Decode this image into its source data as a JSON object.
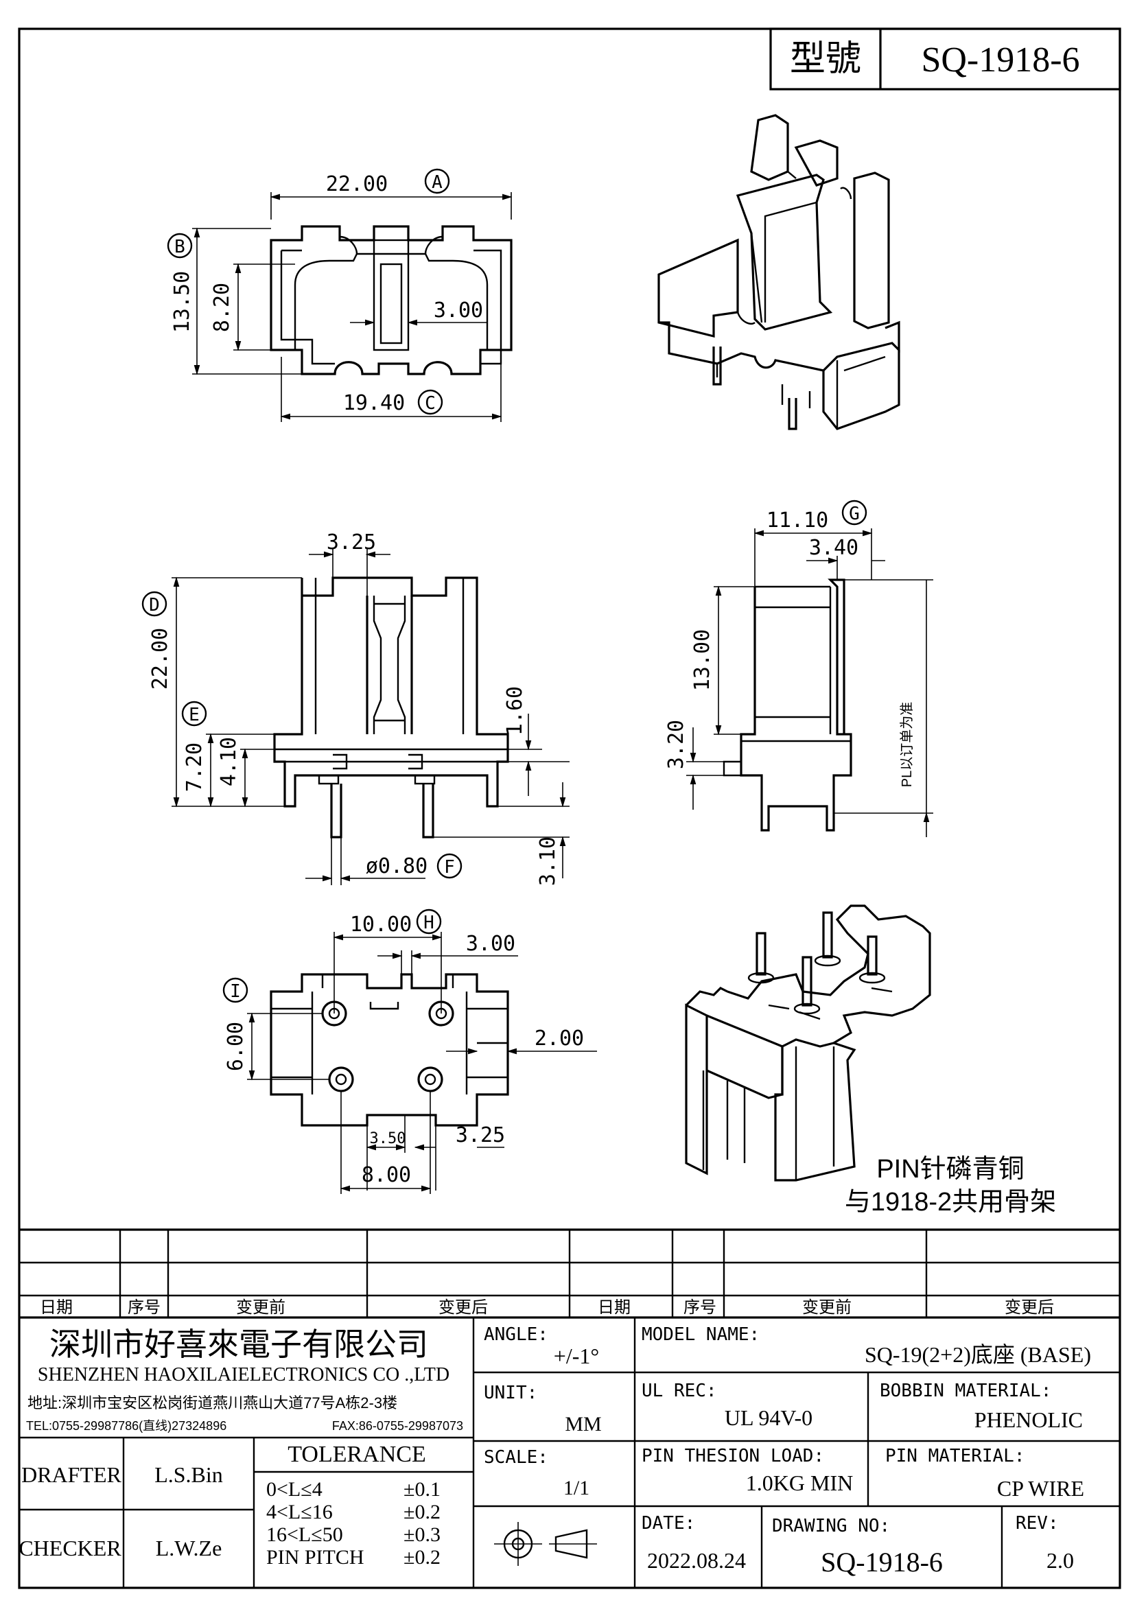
{
  "header": {
    "model_label": "型號",
    "model_value": "SQ-1918-6"
  },
  "dimensions": {
    "top_view": {
      "width_a": "22.00",
      "marker_a": "A",
      "height_b": "13.50",
      "marker_b": "B",
      "inner_height": "8.20",
      "slot_width": "3.00",
      "width_c": "19.40",
      "marker_c": "C"
    },
    "front_view": {
      "top_slot": "3.25",
      "height_d": "22.00",
      "marker_d": "D",
      "height_e": "7.20",
      "marker_e": "E",
      "base_height": "4.10",
      "step": "1.60",
      "pin_length": "3.10",
      "pin_dia": "ø0.80",
      "marker_f": "F"
    },
    "side_view": {
      "depth_g": "11.10",
      "marker_g": "G",
      "flange": "3.40",
      "window": "13.00",
      "base": "3.20",
      "pl_note": "PL以订单为准"
    },
    "bottom_view": {
      "pitch_h": "10.00",
      "marker_h": "H",
      "marker_i": "I",
      "notch": "3.00",
      "row_pitch": "6.00",
      "edge": "2.00",
      "small": "3.50",
      "tab": "3.25",
      "pitch_8": "8.00"
    }
  },
  "notes": {
    "line1": "PIN针磷青铜",
    "line2": "与1918-2共用骨架"
  },
  "revision_table": {
    "headers": [
      "日期",
      "序号",
      "变更前",
      "变更后",
      "日期",
      "序号",
      "变更前",
      "变更后"
    ]
  },
  "title_block": {
    "company_cn": "深圳市好喜來電子有限公司",
    "company_en": "SHENZHEN HAOXILAIELECTRONICS CO .,LTD",
    "address": "地址:深圳市宝安区松岗街道燕川燕山大道77号A栋2-3楼",
    "tel": "TEL:0755-29987786(直线)27324896",
    "fax": "FAX:86-0755-29987073",
    "drafter_label": "DRAFTER",
    "drafter": "L.S.Bin",
    "checker_label": "CHECKER",
    "checker": "L.W.Ze",
    "tolerance_title": "TOLERANCE",
    "tolerances": [
      {
        "range": "0<L≤4",
        "value": "±0.1"
      },
      {
        "range": "4<L≤16",
        "value": "±0.2"
      },
      {
        "range": "16<L≤50",
        "value": "±0.3"
      },
      {
        "range": "PIN PITCH",
        "value": "±0.2"
      }
    ],
    "angle_label": "ANGLE:",
    "angle": "+/-1°",
    "unit_label": "UNIT:",
    "unit": "MM",
    "scale_label": "SCALE:",
    "scale": "1/1",
    "model_name_label": "MODEL NAME:",
    "model_name": "SQ-19(2+2)底座 (BASE)",
    "ul_label": "UL REC:",
    "ul": "UL 94V-0",
    "bobbin_label": "BOBBIN MATERIAL:",
    "bobbin": "PHENOLIC",
    "pin_load_label": "PIN THESION LOAD:",
    "pin_load": "1.0KG MIN",
    "pin_material_label": "PIN MATERIAL:",
    "pin_material": "CP  WIRE",
    "date_label": "DATE:",
    "date": "2022.08.24",
    "drawing_no_label": "DRAWING NO:",
    "drawing_no": "SQ-1918-6",
    "rev_label": "REV:",
    "rev": "2.0"
  }
}
